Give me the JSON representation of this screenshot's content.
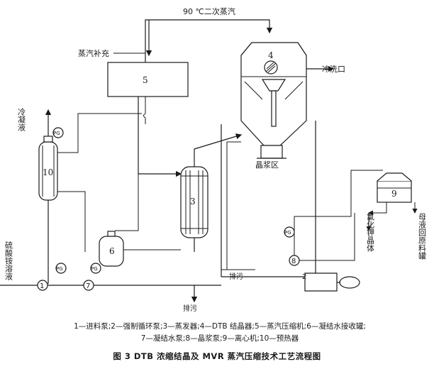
{
  "labels": {
    "steam_top": "90 ℃二次蒸汽",
    "steam_supplement": "蒸汽补充",
    "flush_port": "冲洗口",
    "condensate": "冷凝液",
    "slurry_zone": "晶浆区",
    "feed": "硫酸铵溶液",
    "drain_left": "排污",
    "drain_bottom": "排污",
    "kcl_crystal": "氯化钾晶体",
    "mother_liquor": "母液回原料罐",
    "pg": "PG",
    "n1": "1",
    "n2": "2",
    "n3": "3",
    "n4": "4",
    "n5": "5",
    "n6": "6",
    "n7": "7",
    "n8": "8",
    "n9": "9",
    "n10": "10"
  },
  "legend": {
    "line1": "1—进料泵;2—强制循环泵;3—蒸发器;4—DTB 结晶器;5—蒸汽压缩机;6—凝结水接收罐;",
    "line2": "7—凝结水泵;8—晶浆泵;9—离心机;10—预热器"
  },
  "caption": "图 3   DTB 浓缩结晶及 MVR 蒸汽压缩技术工艺流程图"
}
